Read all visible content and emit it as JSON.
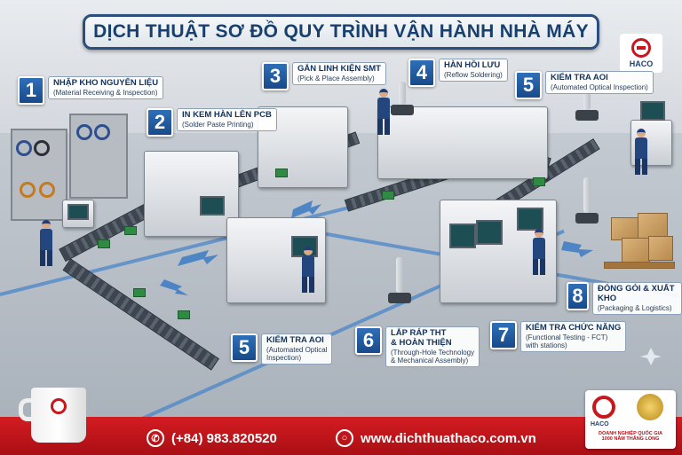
{
  "title": "DỊCH THUẬT SƠ ĐỒ QUY TRÌNH VẬN HÀNH NHÀ MÁY",
  "logo": {
    "text": "HACO"
  },
  "steps": [
    {
      "num": "1",
      "title": "NHẬP KHO NGUYÊN LIỆU",
      "sub": "(Material Receiving & Inspection)"
    },
    {
      "num": "2",
      "title": "IN KEM HÀN LÊN PCB",
      "sub": "(Solder Paste Printing)"
    },
    {
      "num": "3",
      "title": "GẮN LINH KIỆN SMT",
      "sub": "(Pick & Place Assembly)"
    },
    {
      "num": "4",
      "title": "HÀN HỒI LƯU",
      "sub": "(Reflow Soldering)"
    },
    {
      "num": "5",
      "title": "KIỂM TRA AOI",
      "sub": "(Automated Optical Inspection)"
    },
    {
      "num": "5",
      "title": "KIỂM TRA AOI",
      "sub": "(Automated Optical",
      "sub2": "Inspection)"
    },
    {
      "num": "6",
      "title": "LẮP RÁP THT",
      "title2": "& HOÀN THIỆN",
      "sub": "(Through-Hole Technology",
      "sub2": "& Mechanical Assembly)"
    },
    {
      "num": "7",
      "title": "KIỂM TRA CHỨC NĂNG",
      "sub": "(Functional Testing - FCT)",
      "sub2": "with stations)"
    },
    {
      "num": "8",
      "title": "ĐÓNG GÓI & XUẤT KHO",
      "sub": "(Packaging & Logistics)"
    }
  ],
  "footer": {
    "phone": "(+84) 983.820520",
    "website": "www.dichthuathaco.com.vn",
    "badge_brand": "HACO",
    "badge_caption": "DOANH NGHIỆP QUỐC GIA",
    "badge_caption2": "1000 NĂM THĂNG LONG"
  },
  "colors": {
    "accent": "#184a8a",
    "footer": "#c8161d",
    "title_text": "#18406e"
  }
}
